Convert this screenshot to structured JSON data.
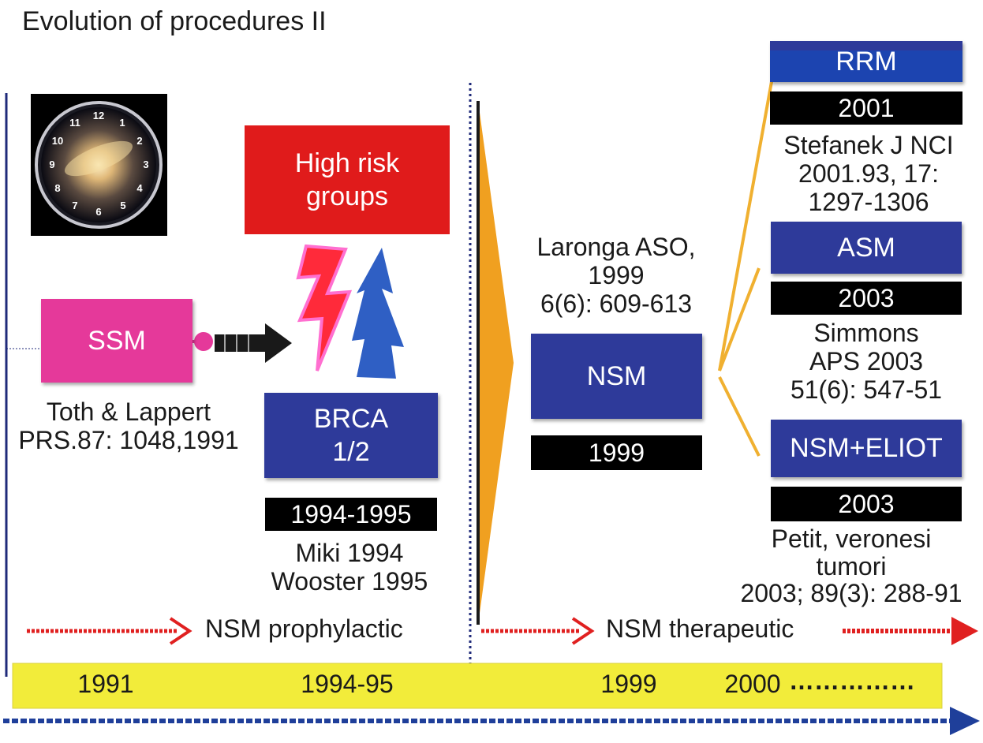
{
  "title": "Evolution of procedures II",
  "colors": {
    "navy": "#1f2a7a",
    "blue_box": "#2e3a9a",
    "red_box": "#e01b1b",
    "magenta": "#e5399a",
    "orange": "#f0a020",
    "arrow_red": "#e02020",
    "timeline_yellow": "#f2ec3a",
    "black": "#000000"
  },
  "icons": [
    "clock-galaxy-icon",
    "black-arrow-icon",
    "lightning-bolt-icon"
  ],
  "left": {
    "high_risk": "High risk\ngroups",
    "ssm": "SSM",
    "ssm_ref": "Toth & Lappert\nPRS.87: 1048,1991",
    "brca": "BRCA\n1/2",
    "brca_year": "1994-1995",
    "brca_ref": "Miki 1994\nWooster 1995"
  },
  "center": {
    "laronga_ref": "Laronga ASO,\n1999\n6(6): 609-613",
    "nsm": "NSM",
    "nsm_year": "1999"
  },
  "right": {
    "rrm": "RRM",
    "rrm_year": "2001",
    "rrm_ref": "Stefanek J NCI\n2001.93, 17:\n1297-1306",
    "asm": "ASM",
    "asm_year": "2003",
    "asm_ref": "Simmons\nAPS 2003\n51(6): 547-51",
    "nsm_eliot": "NSM+ELIOT",
    "nsm_eliot_year": "2003",
    "nsm_eliot_ref": "Petit, veronesi\ntumori\n2003; 89(3): 288-91"
  },
  "phases": {
    "prophylactic": "NSM prophylactic",
    "therapeutic": "NSM therapeutic"
  },
  "timeline": {
    "years": [
      "1991",
      "1994-95",
      "1999",
      "2000"
    ],
    "ellipsis": "……………"
  }
}
